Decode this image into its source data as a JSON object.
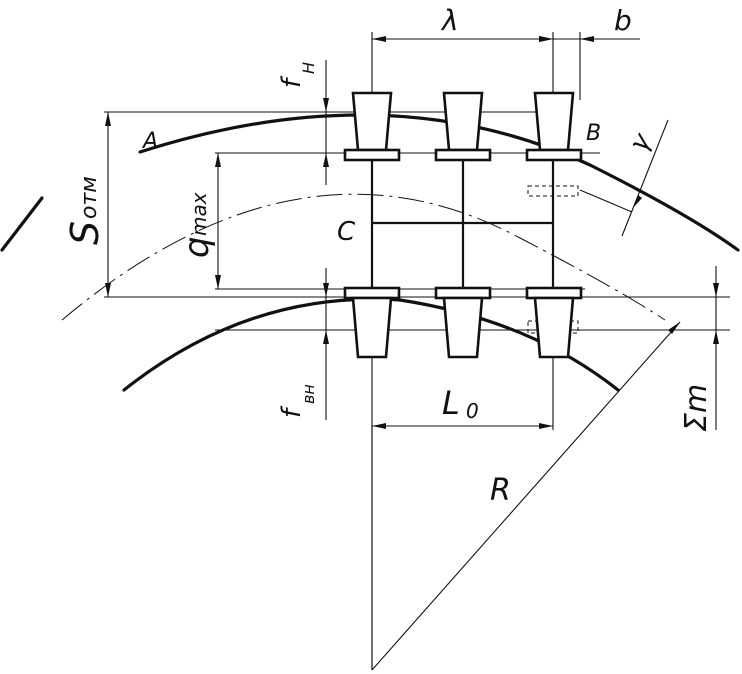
{
  "labels": {
    "lambda": "λ",
    "b": "b",
    "f_n": "f",
    "f_n_sub": "H",
    "A": "A",
    "B": "B",
    "gamma": "γ",
    "S_otm": "S",
    "S_otm_sub": "отм",
    "q_max": "q",
    "q_max_sub": "max",
    "C": "C",
    "f_vn": "f",
    "f_vn_sub": "вн",
    "L0": "L",
    "L0_sub": "0",
    "sigma_m": "Σm",
    "R": "R"
  }
}
